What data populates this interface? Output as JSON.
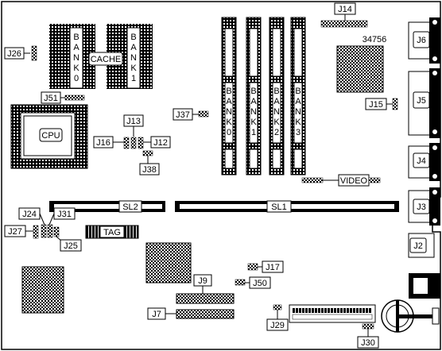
{
  "cache": {
    "bank0_letters": [
      "B",
      "A",
      "N",
      "K",
      "0"
    ],
    "bank1_letters": [
      "B",
      "A",
      "N",
      "K",
      "1"
    ],
    "label": "CACHE"
  },
  "memory": {
    "bank0_letters": [
      "B",
      "A",
      "N",
      "K",
      "0"
    ],
    "bank1_letters": [
      "B",
      "A",
      "N",
      "K",
      "1"
    ],
    "bank2_letters": [
      "B",
      "A",
      "N",
      "K",
      "2"
    ],
    "bank3_letters": [
      "B",
      "A",
      "N",
      "K",
      "3"
    ]
  },
  "chip_number": "34756",
  "labels": {
    "cpu": "CPU",
    "video": "VIDEO",
    "tag": "TAG",
    "sl1": "SL1",
    "sl2": "SL2"
  },
  "jumpers": {
    "j26": "J26",
    "j51": "J51",
    "j13": "J13",
    "j16": "J16",
    "j12": "J12",
    "j38": "J38",
    "j37": "J37",
    "j14": "J14",
    "j15": "J15",
    "j24": "J24",
    "j31": "J31",
    "j27": "J27",
    "j25": "J25",
    "j17": "J17",
    "j50": "J50",
    "j9": "J9",
    "j7": "J7",
    "j29": "J29",
    "j30": "J30"
  },
  "connectors": {
    "j6": "J6",
    "j5": "J5",
    "j4": "J4",
    "j3": "J3",
    "j2": "J2"
  },
  "colors": {
    "line": "#000000",
    "background": "#ffffff"
  }
}
